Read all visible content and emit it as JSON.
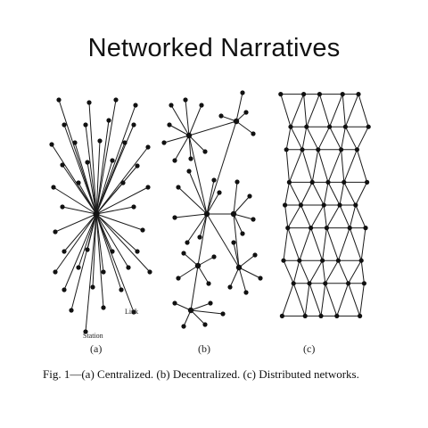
{
  "title": "Networked Narratives",
  "panels": [
    {
      "label": "(a)"
    },
    {
      "label": "(b)"
    },
    {
      "label": "(c)"
    }
  ],
  "annotations": {
    "link": "Link",
    "station": "Station"
  },
  "caption": "Fig. 1—(a) Centralized. (b) Decentralized. (c) Distributed networks."
}
